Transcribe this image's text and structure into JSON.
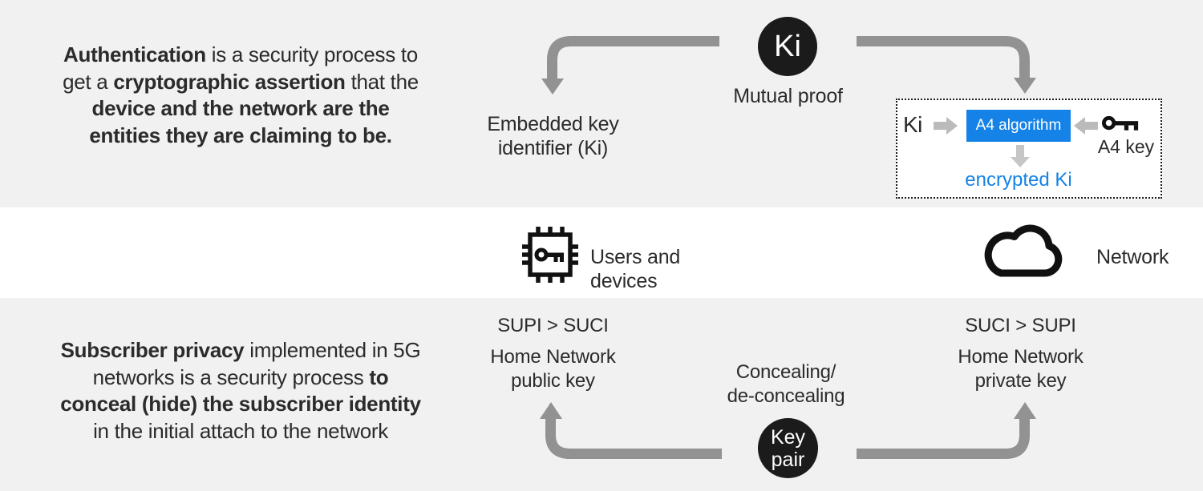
{
  "colors": {
    "band_gray": "#f1f1f1",
    "band_white": "#ffffff",
    "text_dark": "#2b2b2b",
    "arrow_gray": "#929292",
    "block_arrow_gray": "#bbbbbb",
    "block_arrow_light": "#c6c6c6",
    "circle_black": "#1b1b1b",
    "accent_blue": "#1482e6"
  },
  "authentication": {
    "description_lines": [
      [
        {
          "t": "Authentication",
          "b": true
        },
        {
          "t": " is a security process to",
          "b": false
        }
      ],
      [
        {
          "t": "get a ",
          "b": false
        },
        {
          "t": "cryptographic assertion",
          "b": true
        },
        {
          "t": " that the",
          "b": false
        }
      ],
      [
        {
          "t": "device and the network are the",
          "b": true
        }
      ],
      [
        {
          "t": "entities they are claiming to be.",
          "b": true
        }
      ]
    ],
    "ki_badge": "Ki",
    "mutual_proof_label": "Mutual proof",
    "embedded_key_lines": [
      "Embedded key",
      "identifier (Ki)"
    ],
    "a4_box": {
      "input_label": "Ki",
      "algorithm_label": "A4 algorithm",
      "key_label": "A4 key",
      "output_label": "encrypted Ki"
    }
  },
  "actors": {
    "users_label": "Users and devices",
    "network_label": "Network"
  },
  "privacy": {
    "description_lines": [
      [
        {
          "t": "Subscriber privacy",
          "b": true
        },
        {
          "t": " implemented in 5G",
          "b": false
        }
      ],
      [
        {
          "t": "networks is a security process ",
          "b": false
        },
        {
          "t": "to",
          "b": true
        }
      ],
      [
        {
          "t": "conceal (hide) the subscriber identity",
          "b": true
        }
      ],
      [
        {
          "t": "in the initial attach to the network",
          "b": false
        }
      ]
    ],
    "supi_to_suci": "SUPI > SUCI",
    "home_public_lines": [
      "Home Network",
      "public key"
    ],
    "concealing_lines": [
      "Concealing/",
      "de-concealing"
    ],
    "key_pair_lines": [
      "Key",
      "pair"
    ],
    "suci_to_supi": "SUCI > SUPI",
    "home_private_lines": [
      "Home Network",
      "private key"
    ]
  },
  "icons": {
    "users": "chip-key-icon",
    "network": "cloud-icon",
    "a4": "key-icon"
  }
}
